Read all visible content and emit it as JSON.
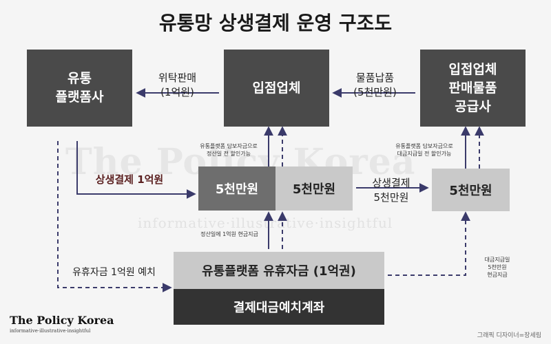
{
  "title": "유통망 상생결제 운영 구조도",
  "boxes": {
    "distributor": "유통\n플랫폼사",
    "vendor": "입점업체",
    "supplier": "입접업체\n판매물품\n공급사",
    "amount_left": "5천만원",
    "amount_mid": "5천만원",
    "amount_right": "5천만원",
    "deposit_top": "유통플랫폼 유휴자금 (1억권)",
    "deposit_bottom": "결제대금예치계좌"
  },
  "labels": {
    "consign": "위탁판매\n(1억원)",
    "delivery": "물품납품\n(5천만원)",
    "sangsaeng_1": "상생결제 1억원",
    "sangsaeng_5": "상생결제\n5천만원",
    "deposit_1": "유휴자금 1억원 예치",
    "note_left": "유통플랫폼 담보자금으로\n정산일 전 할인가능",
    "note_right": "유통플랫폼 담보자금으로\n대금지급일 전 할인가능",
    "note_settle": "정산일에 1억원 현금지급",
    "note_pay": "대금지급일\n5천만원\n현금지급"
  },
  "watermark": {
    "main": "The Policy Korea",
    "sub": "informative·illustrative·insightful"
  },
  "brand": {
    "name": "The Policy Korea",
    "tagline": "informative·illustrative·insightful"
  },
  "credit": "그래픽 디자이너=장세림",
  "colors": {
    "dark_box": "#4a4a4a",
    "mid_box": "#6e6e6e",
    "light_box": "#c9c9c9",
    "arrow": "#3a3a6a",
    "highlight_text": "#5a1f1f"
  }
}
